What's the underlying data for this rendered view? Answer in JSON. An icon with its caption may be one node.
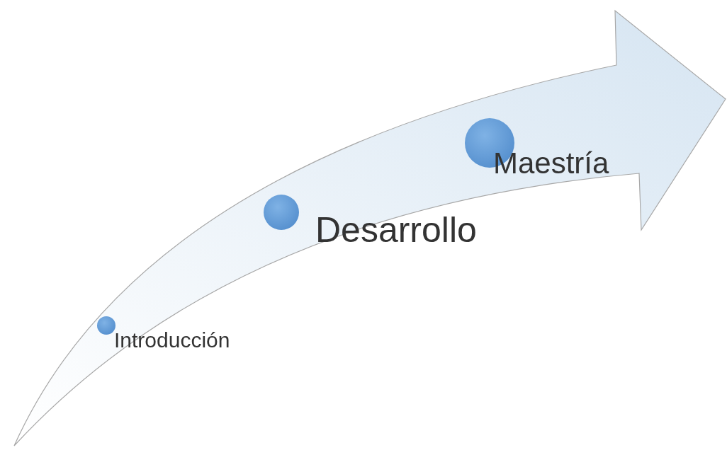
{
  "diagram": {
    "nodes": [
      {
        "text": [],
        "shape": "circle",
        "beside": [
          "Introducción"
        ]
      },
      {
        "text": [],
        "shape": "circle",
        "beside": [
          "Desarrollo"
        ]
      },
      {
        "text": [],
        "shape": "circle",
        "beside": [
          "Maestría"
        ]
      }
    ]
  }
}
